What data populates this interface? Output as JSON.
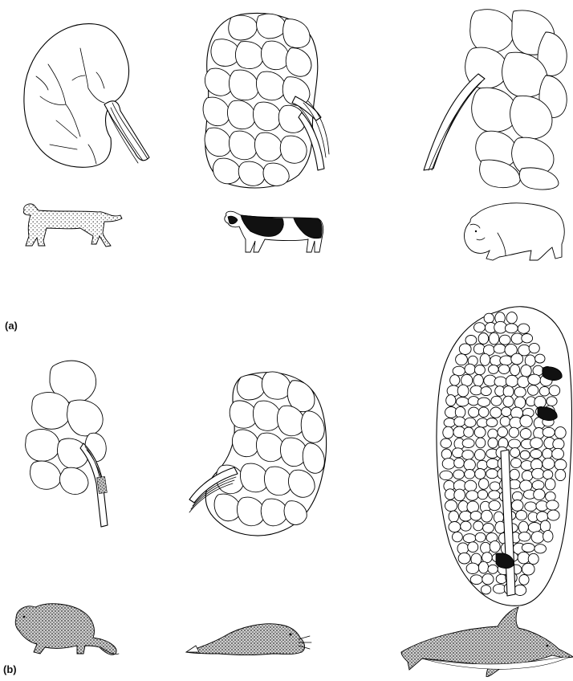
{
  "figure": {
    "panels": [
      {
        "label": "(a)",
        "kidneys": [
          {
            "type": "smooth-unilobar",
            "animal": "dog"
          },
          {
            "type": "lobulated-reniculate",
            "animal": "cow"
          },
          {
            "type": "reniculate",
            "animal": "bear"
          }
        ]
      },
      {
        "label": "(b)",
        "kidneys": [
          {
            "type": "few-reniculi",
            "animal": "otter"
          },
          {
            "type": "reniculate",
            "animal": "seal"
          },
          {
            "type": "highly-reniculate",
            "animal": "dolphin"
          }
        ]
      }
    ],
    "colors": {
      "line": "#000000",
      "background": "#ffffff",
      "stipple": "#8a8a8a",
      "dark": "#111111"
    }
  }
}
